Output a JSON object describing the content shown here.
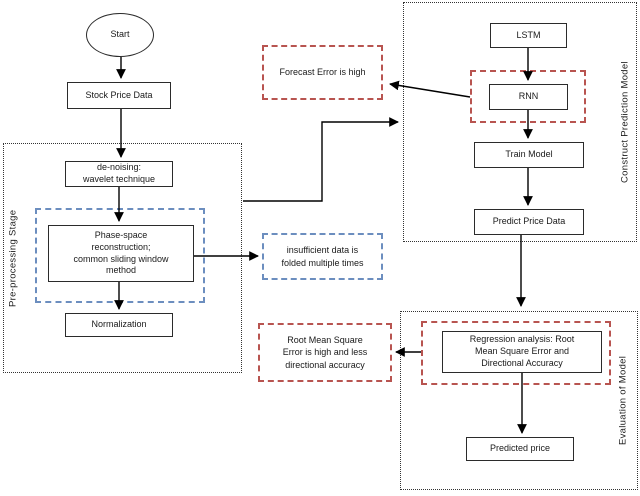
{
  "diagram": {
    "type": "flowchart",
    "colors": {
      "red_dashed": "#b85450",
      "blue_dashed": "#6c8ebf",
      "solid_border": "#2b2b2b",
      "connector": "#000000",
      "background": "#ffffff"
    },
    "containers": {
      "preprocessing": {
        "label": "Pre-processing Stage"
      },
      "construct": {
        "label": "Construct Prediction Model"
      },
      "evaluation": {
        "label": "Evaluation of Model"
      }
    },
    "nodes": {
      "start": {
        "label": "Start"
      },
      "stock_price_data": {
        "label": "Stock Price Data"
      },
      "denoising": {
        "label": "de-noising:\nwavelet technique"
      },
      "phase_space": {
        "label": "Phase-space\nreconstruction;\ncommon sliding window\nmethod"
      },
      "normalization": {
        "label": "Normalization"
      },
      "forecast_error": {
        "label": "Forecast Error is high"
      },
      "insufficient_data": {
        "label": "insufficient data is\nfolded multiple times"
      },
      "lstm": {
        "label": "LSTM"
      },
      "rnn": {
        "label": "RNN"
      },
      "train_model": {
        "label": "Train Model"
      },
      "predict_price_data": {
        "label": "Predict Price Data"
      },
      "regression_analysis": {
        "label": "Regression analysis: Root\nMean Square Error and\nDirectional Accuracy"
      },
      "predicted_price": {
        "label": "Predicted price"
      },
      "rmse_high": {
        "label": "Root Mean Square\nError is high and less\ndirectional accuracy"
      }
    }
  }
}
